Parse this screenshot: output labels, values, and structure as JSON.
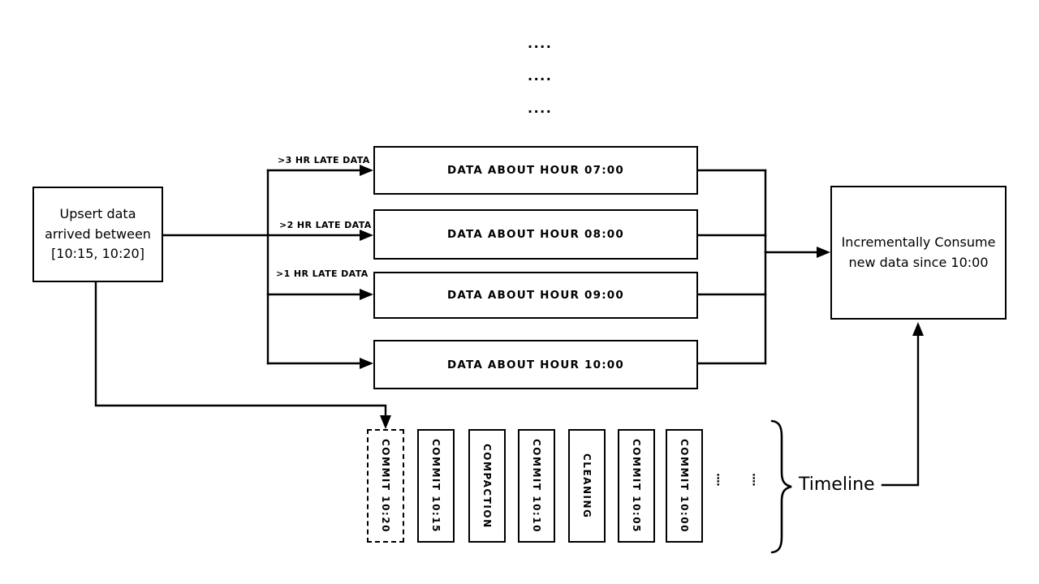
{
  "diagram": {
    "top_ellipsis": [
      "....",
      "....",
      "...."
    ],
    "upsert_box": {
      "lines": [
        "Upsert data",
        "arrived between",
        "[10:15, 10:20]"
      ]
    },
    "late_data_labels": [
      ">3 HR LATE DATA",
      ">2 HR LATE DATA",
      ">1 HR LATE DATA"
    ],
    "hour_boxes": [
      "DATA ABOUT HOUR 07:00",
      "DATA ABOUT HOUR 08:00",
      "DATA ABOUT HOUR 09:00",
      "DATA ABOUT HOUR 10:00"
    ],
    "consume_box": {
      "lines": [
        "Incrementally Consume",
        "new data since 10:00"
      ]
    },
    "timeline": {
      "events": [
        {
          "label": "COMMIT 10:20",
          "style": "dashed"
        },
        {
          "label": "COMMIT 10:15",
          "style": "solid"
        },
        {
          "label": "COMPACTION",
          "style": "solid"
        },
        {
          "label": "COMMIT 10:10",
          "style": "solid"
        },
        {
          "label": "CLEANING",
          "style": "solid"
        },
        {
          "label": "COMMIT 10:05",
          "style": "solid"
        },
        {
          "label": "COMMIT 10:00",
          "style": "solid"
        }
      ],
      "ellipsis": [
        "····",
        "····"
      ],
      "brace_label": "Timeline"
    },
    "colors": {
      "ink": "#000000",
      "background": "#ffffff"
    }
  }
}
